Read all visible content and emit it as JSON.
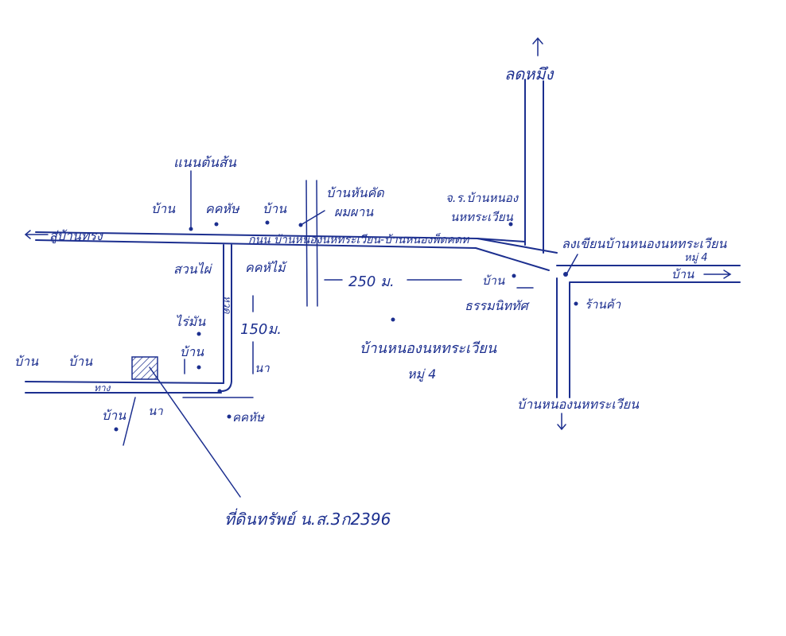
{
  "colors": {
    "ink": "#1c2f8f",
    "paper": "#ffffff"
  },
  "labels": {
    "north_top": "ลดหมึง",
    "ridge": "แนนต้นส้น",
    "house_1": "บ้าน",
    "pond_1": "คคหัษ",
    "house_2": "บ้าน",
    "house_chief": "บ้านหันคัด",
    "chief_name": "ผมผาน",
    "school": "จ.ร.บ้านหนอง",
    "school_2": "นหทระเวียน",
    "left_road": "สู่บ้านทรง",
    "main_road": "กนน บ้านหนองนหทระเวียน-บ้านหนองพ็ดคดท",
    "temple": "ลงเขียนบ้านหนองนหทระเวียน",
    "moo_right": "หมู่ 4",
    "to_village": "บ้าน",
    "bamboo": "สวนไผ่",
    "canal": "คคหัไม้",
    "distance_250": "250 ม.",
    "house_dharma": "บ้าน",
    "dharma": "ธรรมนิททัศ",
    "village_shop": "ร้านค้า",
    "farm_1": "ไร่มัน",
    "house_3": "บ้าน",
    "distance_150": "150ม.",
    "rice_field_1": "นา",
    "house_4": "บ้าน",
    "house_5": "บ้าน",
    "lane": "ทาง",
    "village_center": "บ้านหนองนหทระเวียน",
    "village_moo": "หมู่ 4",
    "south_road": "บ้านหนองนหทระเวียน",
    "house_6": "บ้าน",
    "rice_field_2": "นา",
    "pond_2": "คคหัษ",
    "river_vert": "หวด",
    "plot_caption": "ที่ดินทรัพย์ น.ส.3ก2396"
  }
}
